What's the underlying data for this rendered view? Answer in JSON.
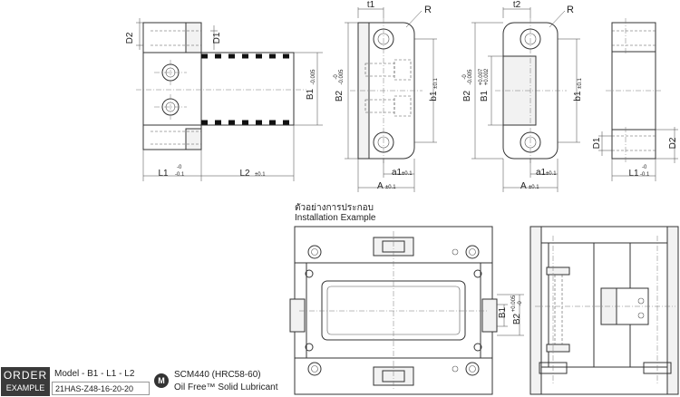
{
  "views": {
    "front": {
      "d2": "D2",
      "d1": "D1",
      "b1": "B1",
      "b1_tol": "-0.005",
      "l1": "L1",
      "l1_tol_top": "-0",
      "l1_tol_bot": "-0.1",
      "l2": "L2",
      "l2_tol": "±0.1"
    },
    "side1": {
      "t1": "t1",
      "r": "R",
      "b2": "B2",
      "b2_tol": "-0.005",
      "b2_tol_top": "-0",
      "b1": "b1",
      "b1_tol": "±0.1",
      "a1": "a1",
      "a1_tol": "±0.1",
      "a": "A",
      "a_tol": "±0.1"
    },
    "side2": {
      "t2": "t2",
      "r": "R",
      "b2": "B2",
      "b2_tol": "-0.005",
      "b2_tol_top": "-0",
      "b1": "B1",
      "b1_tol_top": "+0.007",
      "b1_tol_bot": "+0.002",
      "b1_small": "b1",
      "b1_small_tol": "±0.1",
      "a1": "a1",
      "a1_tol": "±0.1",
      "a": "A",
      "a_tol": "±0.1"
    },
    "side3": {
      "d1": "D1",
      "d2": "D2",
      "l1": "L1",
      "l1_tol_top": "-0",
      "l1_tol_bot": "-0.1"
    }
  },
  "installation": {
    "title_th": "ตัวอย่างการประกอบ",
    "title_en": "Installation Example",
    "b1": "B1",
    "b2": "B2",
    "b2_tol_top": "+0.005",
    "b2_tol_bot": "-0"
  },
  "order": {
    "label_top": "ORDER",
    "label_bottom": "EXAMPLE",
    "model_line": "Model  - B1 -  L1  - L2",
    "example": "21HAS-Z48-16-20-20"
  },
  "material": {
    "icon_letter": "M",
    "name": "SCM440 (HRC58-60)",
    "lubricant": "Oil Free™ Solid Lubricant"
  }
}
